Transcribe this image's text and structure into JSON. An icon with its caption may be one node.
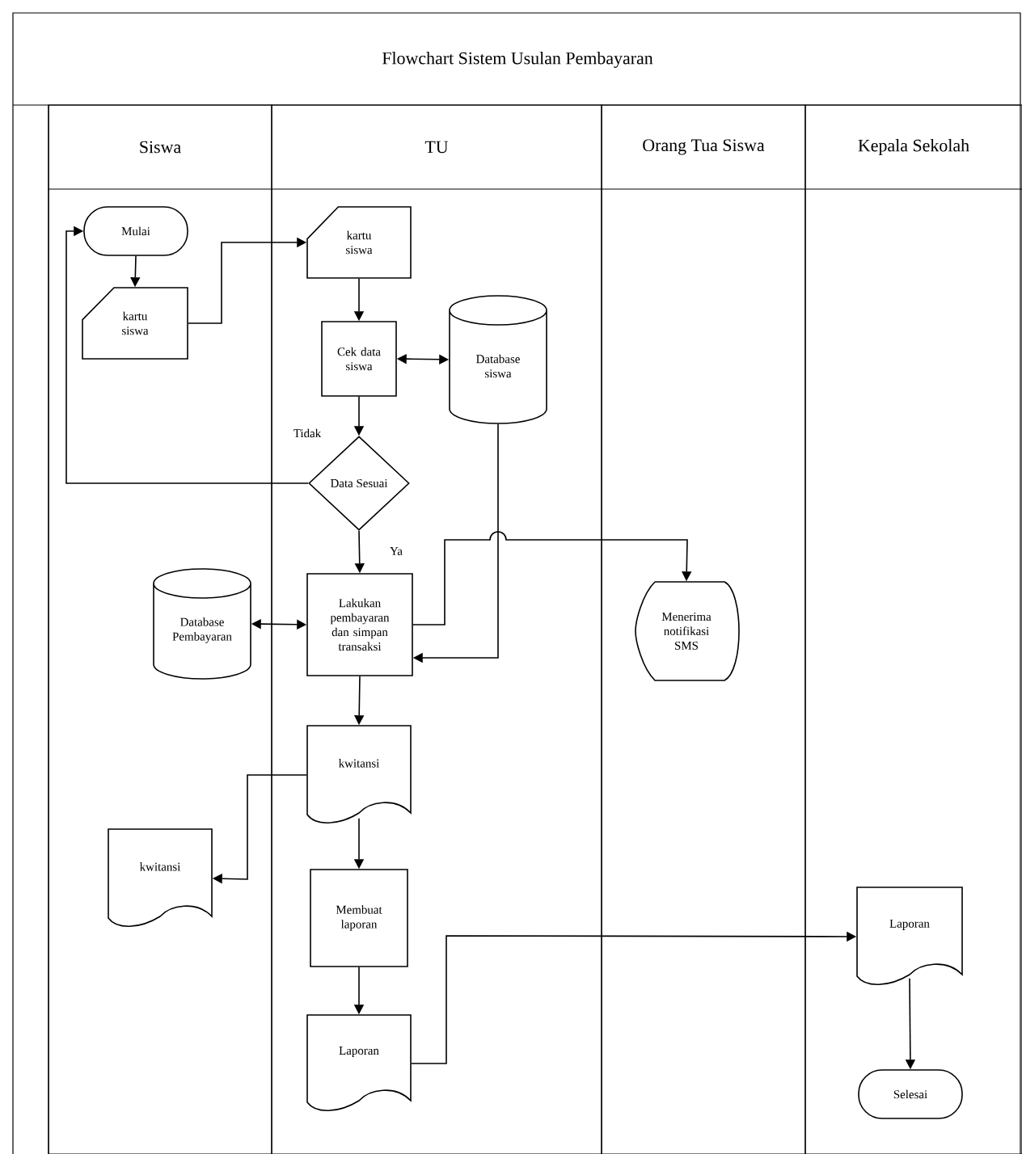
{
  "diagram": {
    "title": "Flowchart Sistem Usulan Pembayaran",
    "nodes": [
      {
        "text": [
          "Siswa"
        ]
      },
      {
        "text": [
          "TU"
        ]
      },
      {
        "text": [
          "Orang Tua Siswa"
        ]
      },
      {
        "text": [
          "Kepala Sekolah"
        ]
      },
      {
        "text": [
          "Mulai"
        ],
        "in": 0
      },
      {
        "text": [
          "kartu siswa"
        ],
        "in": 0
      },
      {
        "text": [
          "kartu siswa"
        ],
        "in": 1
      },
      {
        "text": [
          "Cek data siswa"
        ],
        "in": 1
      },
      {
        "text": [
          "Database siswa"
        ],
        "in": 1
      },
      {
        "text": [
          "Data Sesuai"
        ],
        "in": 1
      },
      {
        "text": [
          "Database Pembayaran"
        ],
        "in": 0
      },
      {
        "text": [
          "Lakukan pembayaran dan simpan transaksi"
        ],
        "in": 1
      },
      {
        "text": [
          "Menerima notifikasi SMS"
        ],
        "in": 2
      },
      {
        "text": [
          "kwitansi"
        ],
        "in": 1
      },
      {
        "text": [
          "kwitansi"
        ],
        "in": 0
      },
      {
        "text": [
          "Membuat laporan"
        ],
        "in": 1
      },
      {
        "text": [
          "Laporan"
        ],
        "in": 1
      },
      {
        "text": [
          "Laporan"
        ],
        "in": 3
      },
      {
        "text": [
          "Selesai"
        ],
        "in": 3
      }
    ],
    "edges": [
      {
        "from": 4,
        "to": 5,
        "arrow": "to"
      },
      {
        "from": 5,
        "to": 6,
        "arrow": "to"
      },
      {
        "from": 6,
        "to": 7,
        "arrow": "to"
      },
      {
        "from": 7,
        "to": 8,
        "arrow": "both"
      },
      {
        "from": 7,
        "to": 9,
        "arrow": "to"
      },
      {
        "from": 9,
        "to": 4,
        "arrow": "to",
        "label": "Tidak"
      },
      {
        "from": 9,
        "to": 11,
        "arrow": "to",
        "label": "Ya"
      },
      {
        "from": 10,
        "to": 11,
        "arrow": "both"
      },
      {
        "from": 11,
        "to": 12,
        "arrow": "to"
      },
      {
        "from": 8,
        "to": 11,
        "arrow": "to"
      },
      {
        "from": 11,
        "to": 13,
        "arrow": "to"
      },
      {
        "from": 13,
        "to": 14,
        "arrow": "to"
      },
      {
        "from": 13,
        "to": 15,
        "arrow": "to"
      },
      {
        "from": 15,
        "to": 16,
        "arrow": "to"
      },
      {
        "from": 16,
        "to": 17,
        "arrow": "to"
      },
      {
        "from": 17,
        "to": 18,
        "arrow": "to"
      }
    ]
  }
}
